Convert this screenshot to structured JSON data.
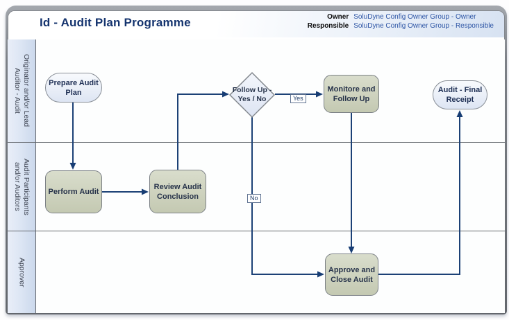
{
  "header": {
    "title": "Id - Audit Plan Programme",
    "owner_label": "Owner",
    "owner_value": "SoluDyne Config Owner Group - Owner",
    "responsible_label": "Responsible",
    "responsible_value": "SoluDyne Config Owner Group - Responsible"
  },
  "lanes": [
    {
      "label": "Originator and/or Lead\nAuditor - Audit"
    },
    {
      "label": "Audit Participants\nand/or Auditors"
    },
    {
      "label": "Approver"
    }
  ],
  "nodes": {
    "prepare": {
      "type": "start",
      "label": "Prepare Audit\nPlan",
      "lane": "Originator and/or Lead Auditor - Audit"
    },
    "perform": {
      "type": "task",
      "label": "Perform Audit",
      "lane": "Audit Participants and/or Auditors"
    },
    "review": {
      "type": "task",
      "label": "Review Audit\nConclusion",
      "lane": "Audit Participants and/or Auditors"
    },
    "followup": {
      "type": "gateway",
      "label": "Follow Up -\nYes / No",
      "lane": "Originator and/or Lead Auditor - Audit"
    },
    "monitore": {
      "type": "task",
      "label": "Monitore and\nFollow Up",
      "lane": "Originator and/or Lead Auditor - Audit"
    },
    "approve": {
      "type": "task",
      "label": "Approve and\nClose Audit",
      "lane": "Approver"
    },
    "receipt": {
      "type": "end",
      "label": "Audit - Final\nReceipt",
      "lane": "Originator and/or Lead Auditor - Audit"
    }
  },
  "edges": {
    "yes": {
      "label": "Yes",
      "from": "followup",
      "to": "monitore"
    },
    "no": {
      "label": "No",
      "from": "followup",
      "to": "approve"
    },
    "flow": [
      {
        "from": "prepare",
        "to": "perform"
      },
      {
        "from": "perform",
        "to": "review"
      },
      {
        "from": "review",
        "to": "followup"
      },
      {
        "from": "monitore",
        "to": "approve"
      },
      {
        "from": "approve",
        "to": "receipt"
      }
    ]
  },
  "colors": {
    "connector": "#1c4176",
    "task_fill": "#c9ceb8",
    "terminal_fill": "#e3eaf5",
    "gateway_fill": "#e7ecf7",
    "title_text": "#14336e",
    "meta_value_text": "#2d55a5",
    "lane_header_fill": "#d8e2f2",
    "frame_gray": "#6b6f75"
  }
}
